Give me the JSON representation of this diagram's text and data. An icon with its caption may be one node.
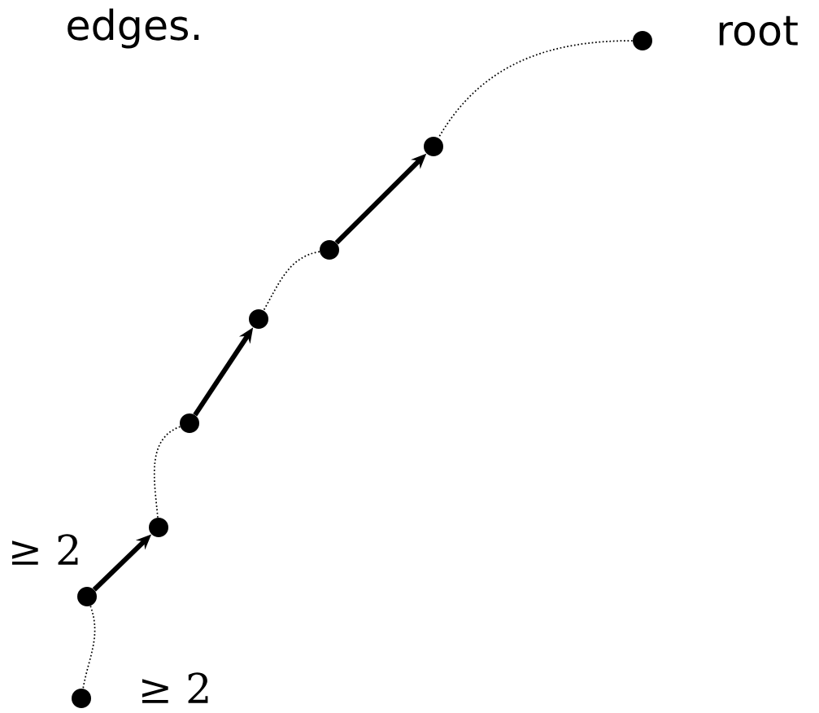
{
  "diagram": {
    "nodes": [
      {
        "text": [],
        "shape": "circle",
        "beside": [
          "root"
        ]
      },
      {
        "text": [],
        "shape": "circle"
      },
      {
        "text": [],
        "shape": "circle"
      },
      {
        "text": [],
        "shape": "circle"
      },
      {
        "text": [],
        "shape": "circle"
      },
      {
        "text": [],
        "shape": "circle"
      },
      {
        "text": [],
        "shape": "circle"
      },
      {
        "text": [],
        "shape": "circle"
      }
    ],
    "edges": [
      {
        "from": 0,
        "to": 1,
        "arrow": "none",
        "style": "dashed"
      },
      {
        "from": 2,
        "to": 1,
        "arrow": "to",
        "style": "thick"
      },
      {
        "from": 2,
        "to": 3,
        "arrow": "none",
        "style": "dashed"
      },
      {
        "from": 4,
        "to": 3,
        "arrow": "to",
        "style": "thick"
      },
      {
        "from": 4,
        "to": 5,
        "arrow": "none",
        "style": "dashed"
      },
      {
        "from": 6,
        "to": 5,
        "arrow": "to",
        "style": "thick"
      },
      {
        "from": 6,
        "to": 7,
        "arrow": "none",
        "style": "dashed"
      }
    ],
    "labels": [
      "edges.",
      "≥ 2",
      "≥ 2"
    ]
  }
}
